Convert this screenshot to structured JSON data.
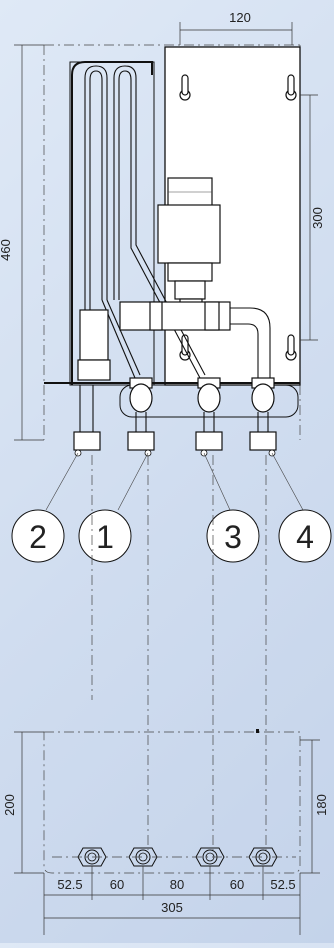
{
  "dimensions": {
    "top_width": "120",
    "total_height": "460",
    "panel_height": "300",
    "bottom_height": "200",
    "bracket_height": "180",
    "spacing_1": "52.5",
    "spacing_2": "60",
    "spacing_3": "80",
    "spacing_4": "60",
    "spacing_5": "52.5",
    "overall_width": "305"
  },
  "callouts": {
    "c1": "2",
    "c2": "1",
    "c3": "3",
    "c4": "4"
  },
  "colors": {
    "background": "#d6e2f2",
    "line": "#111111"
  }
}
